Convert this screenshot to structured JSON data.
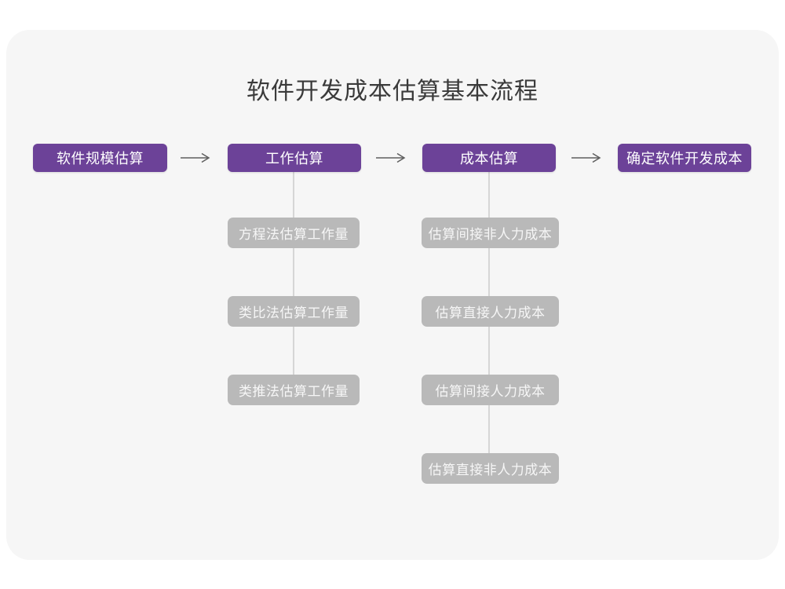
{
  "title": "软件开发成本估算基本流程",
  "colors": {
    "stage_fill": "#6c4298",
    "stage_text": "#ffffff",
    "substep_fill": "#b9b9b9",
    "substep_text": "#f6f6f6",
    "canvas_background": "#f6f6f6",
    "page_background": "#ffffff",
    "connector_line": "#d6d6d6",
    "arrow": "#5f5f5f",
    "title_text": "#3a3a3a"
  },
  "flow": {
    "stages": [
      {
        "label": "软件规模估算"
      },
      {
        "label": "工作估算",
        "children": [
          "方程法估算工作量",
          "类比法估算工作量",
          "类推法估算工作量"
        ]
      },
      {
        "label": "成本估算",
        "children": [
          "估算间接非人力成本",
          "估算直接人力成本",
          "估算间接人力成本",
          "估算直接非人力成本"
        ]
      },
      {
        "label": "确定软件开发成本"
      }
    ]
  }
}
